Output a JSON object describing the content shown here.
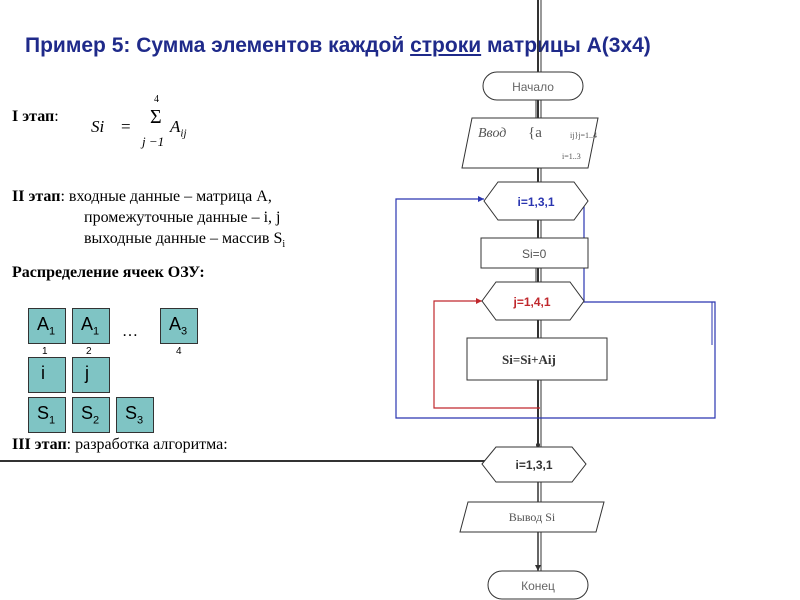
{
  "title": {
    "prefix": "Пример 5",
    "middle": ": Сумма элементов каждой ",
    "underlined": "строки",
    "suffix": " матрицы А(3х4)"
  },
  "stage1": {
    "label": "I этап",
    "colon": ":",
    "formula": {
      "lhs": "Si",
      "eq": "=",
      "upper": "4",
      "lower": "j −1",
      "term": "A",
      "term_sub": "ij"
    }
  },
  "stage2": {
    "label": "II этап",
    "line1": ": входные данные – матрица А,",
    "line2": "промежуточные данные – i, j",
    "line3": "выходные данные –  массив S",
    "line3_sub": "i"
  },
  "memory": {
    "heading": "Распределение ячеек ОЗУ:",
    "cells": [
      {
        "main": "A",
        "sub": "1",
        "under": "1"
      },
      {
        "main": "A",
        "sub": "1",
        "under": "2"
      },
      {
        "main": "A",
        "sub": "3",
        "under": "4"
      }
    ],
    "ellipsis": "…",
    "row2": [
      "i",
      "j"
    ],
    "row3": [
      {
        "main": "S",
        "sub": "1"
      },
      {
        "main": "S",
        "sub": "2"
      },
      {
        "main": "S",
        "sub": "3"
      }
    ]
  },
  "stage3": {
    "label": "III этап",
    "text": ": разработка алгоритма:"
  },
  "flow": {
    "start": "Начало",
    "input": "Ввод",
    "input_matrix": "{a",
    "input_range_j": "ij}j=1..4",
    "input_range_i": "i=1..3",
    "loop_i": "i=1,3,1",
    "init": "Si=0",
    "loop_j": "j=1,4,1",
    "accumulate": "Si=Si+Aij",
    "loop_i_end": "i=1,3,1",
    "output": "Вывод Si",
    "end": "Конец"
  }
}
